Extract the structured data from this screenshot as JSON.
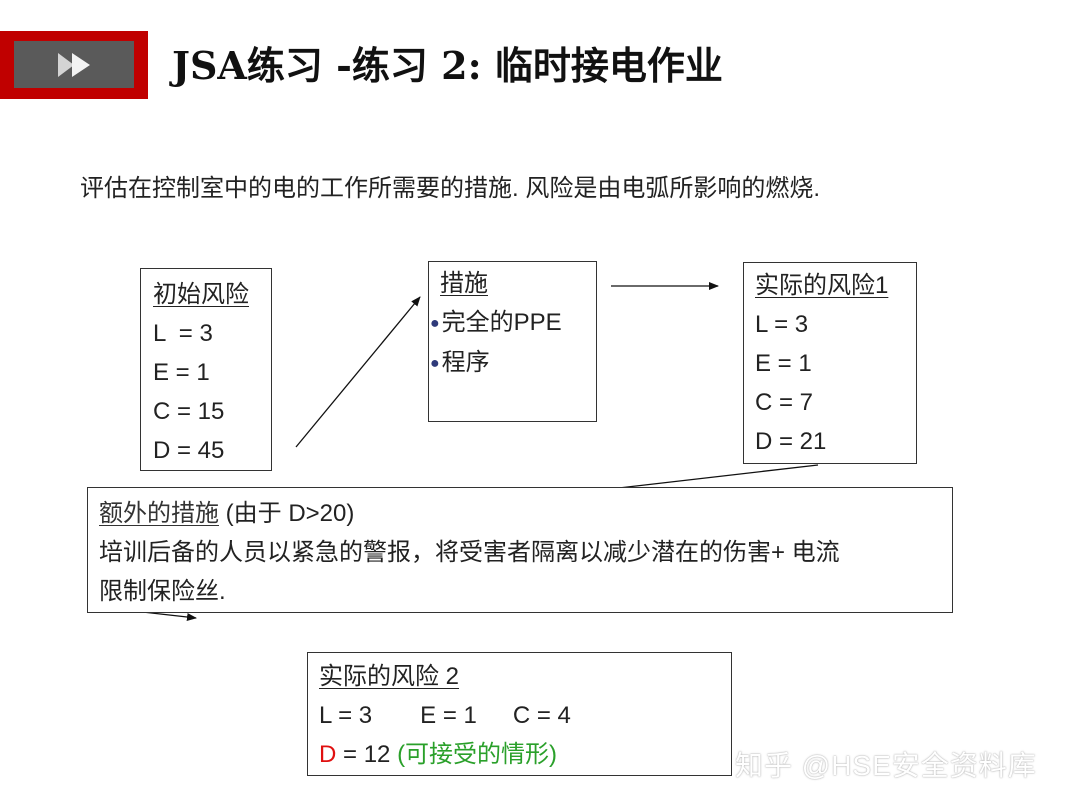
{
  "header": {
    "icon": "fast-forward-icon",
    "badge_colors": {
      "outer": "#c00000",
      "inner": "#5a5a5a",
      "glyph": "#e6e6e6"
    },
    "title": "JSA练习 -练习 2: 临时接电作业"
  },
  "subtitle": "评估在控制室中的电的工作所需要的措施. 风险是由电弧所影响的燃烧.",
  "initial_risk": {
    "heading": "初始风险",
    "lines": [
      "L  = 3",
      "E = 1",
      "C = 15",
      "D = 45"
    ]
  },
  "measures": {
    "heading": "措施",
    "bullets": [
      "完全的PPE",
      "程序"
    ]
  },
  "actual_risk_1": {
    "heading": "实际的风险1",
    "lines": [
      "L = 3",
      "E = 1",
      "C = 7",
      "D = 21"
    ]
  },
  "additional_measures": {
    "heading": "额外的措施",
    "heading_note": " (由于 D>20)",
    "line1": "培训后备的人员以紧急的警报，将受害者隔离以减少潜在的伤害+ 电流",
    "line2": "限制保险丝."
  },
  "actual_risk_2": {
    "heading": "实际的风险 2",
    "l": "L = 3",
    "e": "E = 1",
    "c": "C = 4",
    "d_letter": "D",
    "d_value": " = 12 ",
    "d_note": "(可接受的情形)",
    "colors": {
      "d_letter": "#e01010",
      "note": "#2aa02a"
    }
  },
  "watermark": "知乎 @HSE安全资料库"
}
